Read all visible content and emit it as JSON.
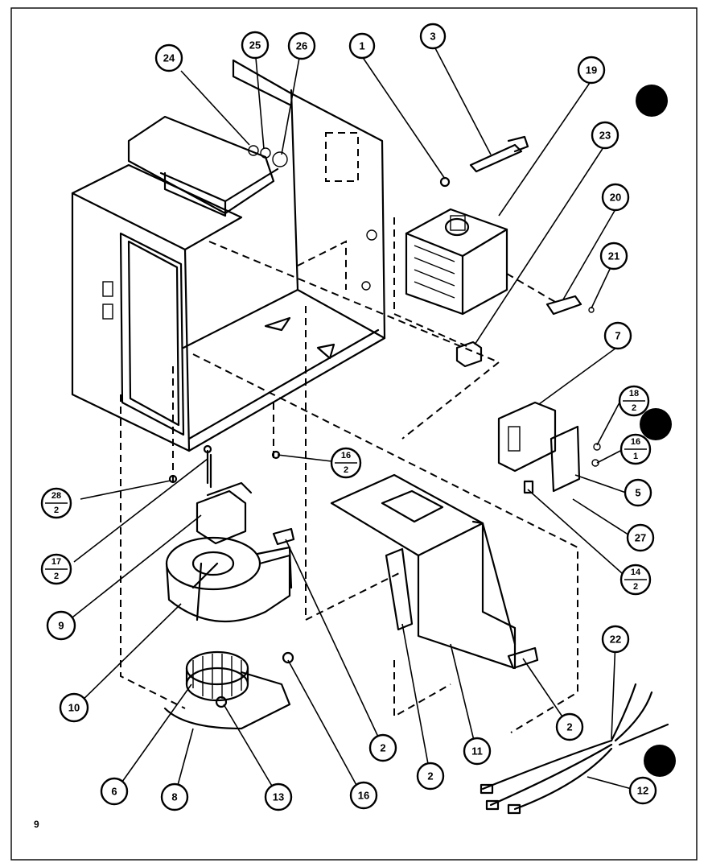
{
  "diagram": {
    "callouts": [
      {
        "id": "c1",
        "label": "1"
      },
      {
        "id": "c3",
        "label": "3"
      },
      {
        "id": "c19",
        "label": "19"
      },
      {
        "id": "c23",
        "label": "23"
      },
      {
        "id": "c20",
        "label": "20"
      },
      {
        "id": "c21",
        "label": "21"
      },
      {
        "id": "c24",
        "label": "24"
      },
      {
        "id": "c25",
        "label": "25"
      },
      {
        "id": "c26",
        "label": "26"
      },
      {
        "id": "c7",
        "label": "7"
      },
      {
        "id": "c5",
        "label": "5"
      },
      {
        "id": "c27",
        "label": "27"
      },
      {
        "id": "c9",
        "label": "9"
      },
      {
        "id": "c10",
        "label": "10"
      },
      {
        "id": "c6",
        "label": "6"
      },
      {
        "id": "c8",
        "label": "8"
      },
      {
        "id": "c13",
        "label": "13"
      },
      {
        "id": "c16",
        "label": "16"
      },
      {
        "id": "c2a",
        "label": "2"
      },
      {
        "id": "c2b",
        "label": "2"
      },
      {
        "id": "c11",
        "label": "11"
      },
      {
        "id": "c2c",
        "label": "2"
      },
      {
        "id": "c22",
        "label": "22"
      },
      {
        "id": "c12",
        "label": "12"
      }
    ],
    "fractions": [
      {
        "id": "f28",
        "top": "28",
        "bottom": "2"
      },
      {
        "id": "f17",
        "top": "17",
        "bottom": "2"
      },
      {
        "id": "f16a",
        "top": "16",
        "bottom": "2"
      },
      {
        "id": "f18",
        "top": "18",
        "bottom": "2"
      },
      {
        "id": "f16b",
        "top": "16",
        "bottom": "1"
      },
      {
        "id": "f14",
        "top": "14",
        "bottom": "2"
      }
    ],
    "page_mark": "9"
  }
}
